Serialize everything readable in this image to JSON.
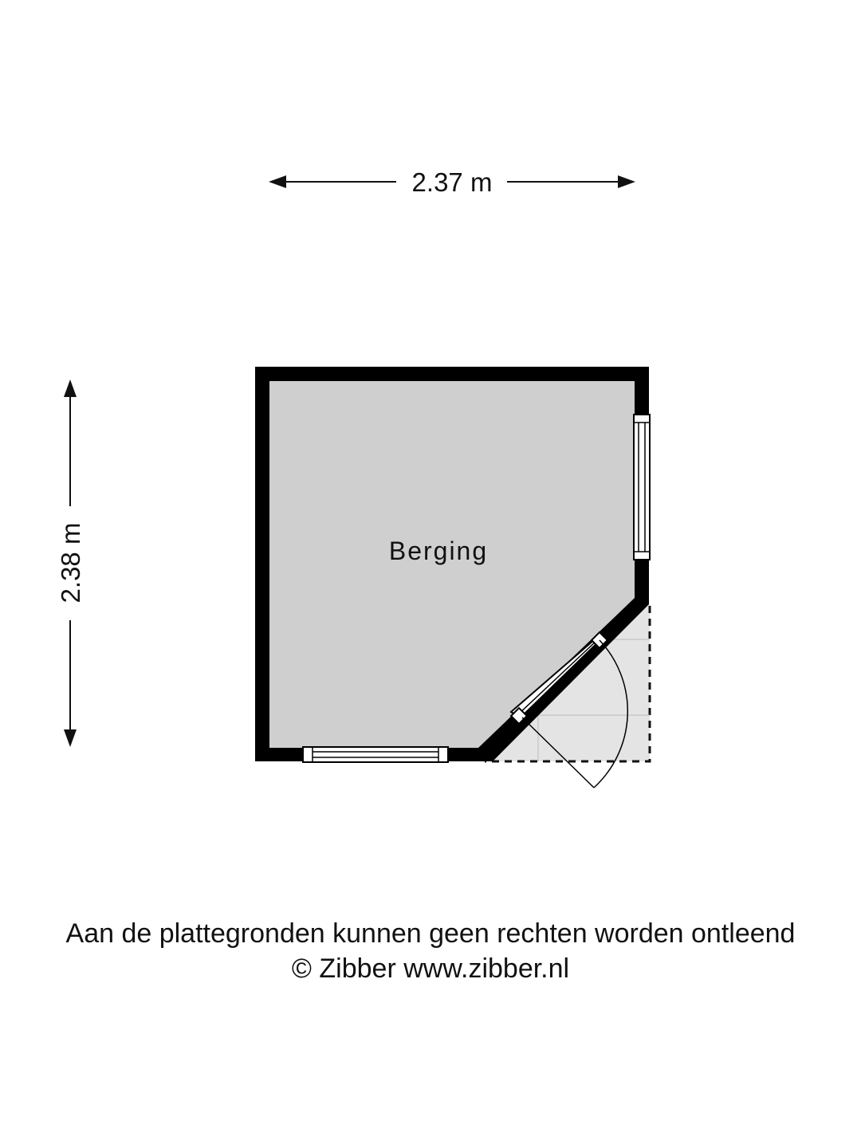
{
  "dimensions": {
    "width_label": "2.37 m",
    "height_label": "2.38 m"
  },
  "room": {
    "name": "Berging"
  },
  "footer": {
    "disclaimer": "Aan de plattegronden kunnen geen rechten worden ontleend",
    "copyright": "© Zibber www.zibber.nl"
  },
  "colors": {
    "wall": "#000000",
    "floor": "#cfcfcf",
    "outside_floor": "#e4e4e4",
    "background": "#ffffff"
  }
}
